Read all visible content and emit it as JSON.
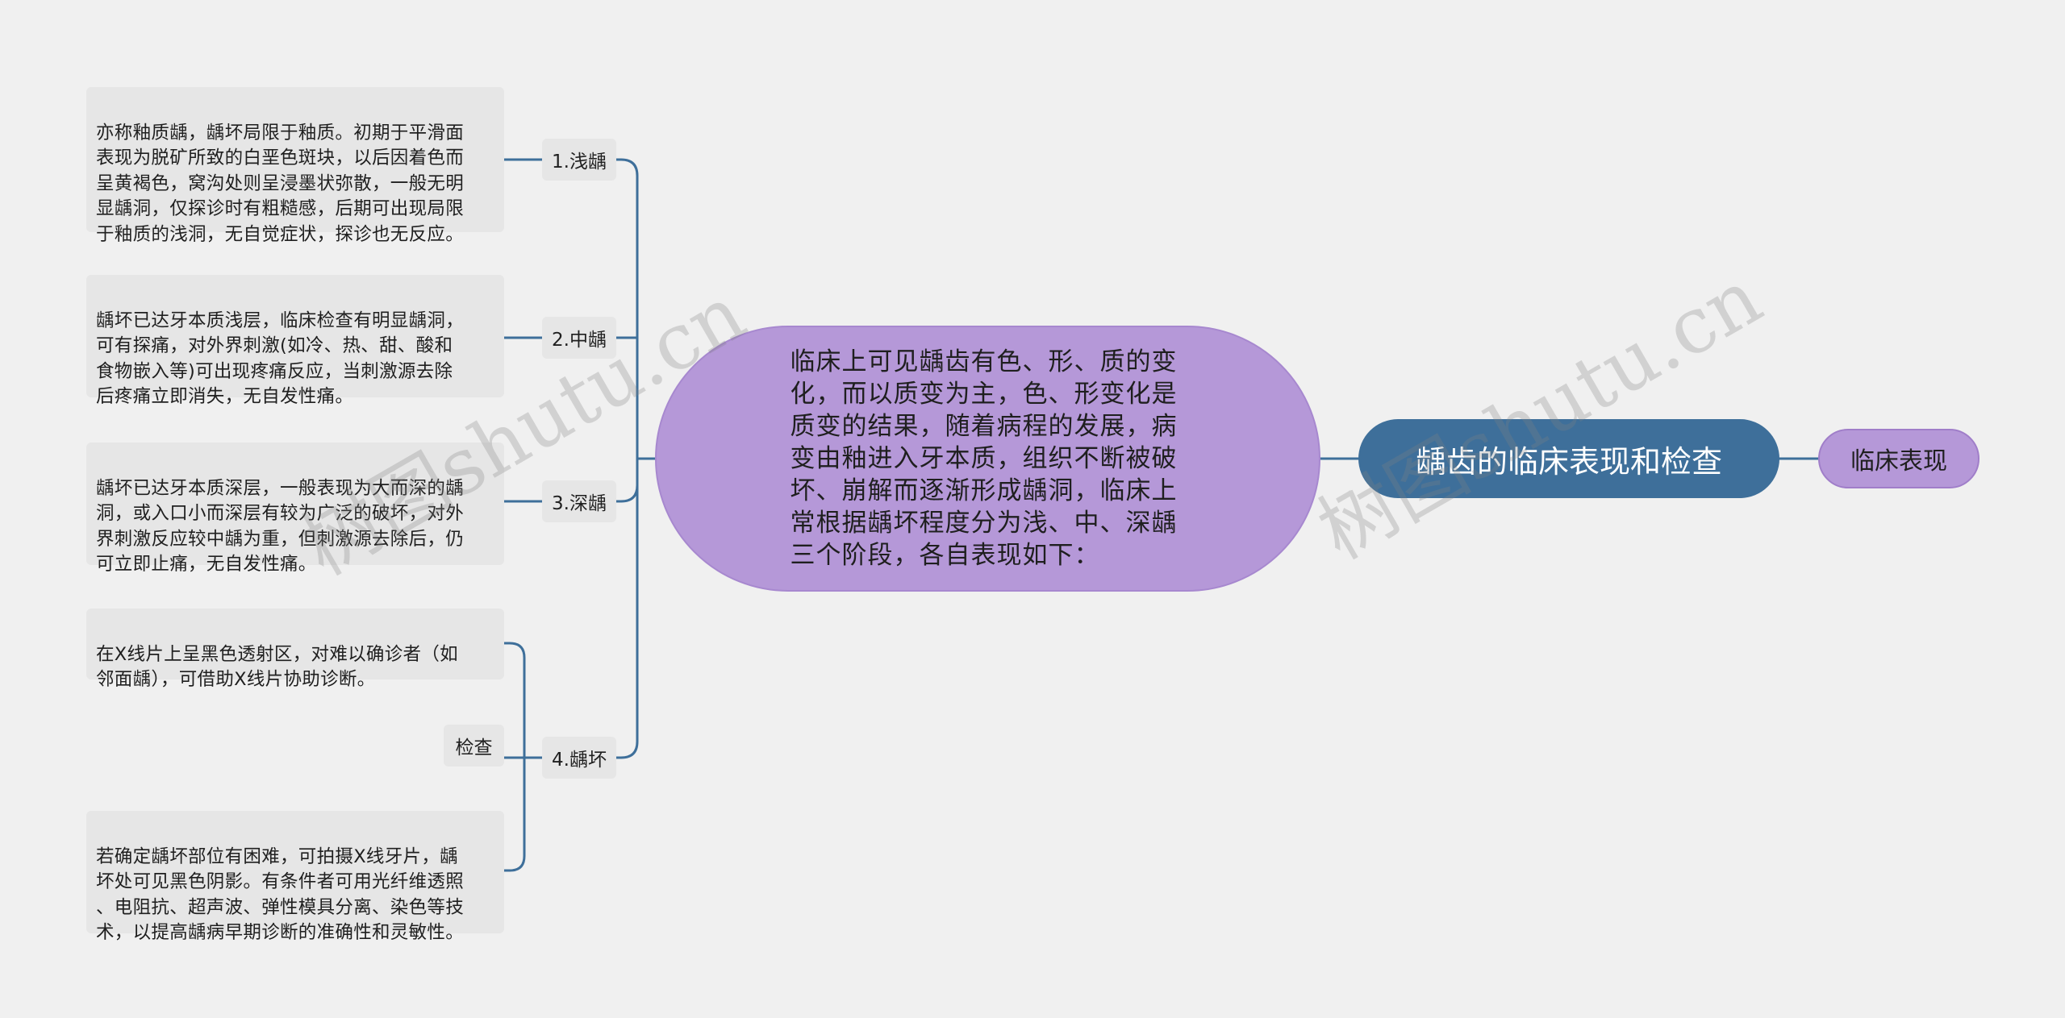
{
  "root": {
    "title": "龋齿的临床表现和检查"
  },
  "right_node": {
    "label": "临床表现"
  },
  "main_node": {
    "text": "临床上可见龋齿有色、形、质的变化，而以质变为主，色、形变化是质变的结果，随着病程的发展，病变由釉进入牙本质，组织不断被破坏、崩解而逐渐形成龋洞，临床上常根据龋坏程度分为浅、中、深龋三个阶段，各自表现如下："
  },
  "branches": [
    {
      "label": "1.浅龋"
    },
    {
      "label": "2.中龋"
    },
    {
      "label": "3.深龋"
    },
    {
      "label": "4.龋坏"
    }
  ],
  "leaves": {
    "shallow": "亦称釉质龋，龋坏局限于釉质。初期于平滑面\n表现为脱矿所致的白垩色斑块，以后因着色而\n呈黄褐色，窝沟处则呈浸墨状弥散，一般无明\n显龋洞，仅探诊时有粗糙感，后期可出现局限\n于釉质的浅洞，无自觉症状，探诊也无反应。",
    "medium": "龋坏已达牙本质浅层，临床检查有明显龋洞，\n可有探痛，对外界刺激(如冷、热、甜、酸和\n食物嵌入等)可出现疼痛反应，当刺激源去除\n后疼痛立即消失，无自发性痛。",
    "deep": "龋坏已达牙本质深层，一般表现为大而深的龋\n洞，或入口小而深层有较为广泛的破坏，对外\n界刺激反应较中龋为重，但刺激源去除后，仍\n可立即止痛，无自发性痛。",
    "xray": "在X线片上呈黑色透射区，对难以确诊者（如\n邻面龋），可借助X线片协助诊断。",
    "exam_label": "检查",
    "exam": "若确定龋坏部位有困难，可拍摄X线牙片，龋\n坏处可见黑色阴影。有条件者可用光纤维透照\n、电阻抗、超声波、弹性模具分离、染色等技\n术，以提高龋病早期诊断的准确性和灵敏性。"
  },
  "watermarks": [
    "树图shutu.cn",
    "树图shutu.cn"
  ],
  "colors": {
    "root_fill": "#3e6f9a",
    "purple_fill": "#b598d8",
    "connector": "#3e6f9a",
    "leaf_fill": "#e6e6e6",
    "background": "#f0f0f0"
  }
}
